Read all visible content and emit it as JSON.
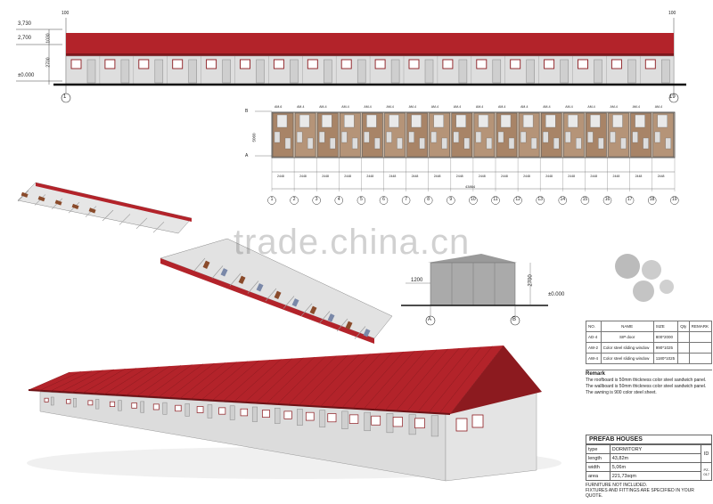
{
  "elevation": {
    "levels": [
      "3,730",
      "2,700",
      "±0.000"
    ],
    "vertical_dims": [
      "1030",
      "2700"
    ],
    "left_grid": "1",
    "right_grid": "19",
    "left_top_label": "100",
    "right_top_label": "100"
  },
  "plan": {
    "row_labels": [
      "B",
      "A"
    ],
    "room_labels": [
      "AM-6",
      "AM-4",
      "AM-4",
      "AM-4",
      "AM-4",
      "AM-4",
      "AM-4",
      "AM-4",
      "AM-4",
      "AM-4",
      "AM-4",
      "AM-4",
      "AM-4",
      "AM-4",
      "AM-4",
      "AM-4",
      "AM-4",
      "AM-4"
    ],
    "bay_dims": [
      "2448",
      "2448",
      "2448",
      "2448",
      "2448",
      "2448",
      "2448",
      "2448",
      "2448",
      "2448",
      "2448",
      "2448",
      "2448",
      "2448",
      "2448",
      "2448",
      "2448",
      "2448"
    ],
    "total_dim": "43864",
    "axis_numbers": [
      "1",
      "2",
      "3",
      "4",
      "5",
      "6",
      "7",
      "8",
      "9",
      "10",
      "11",
      "12",
      "13",
      "14",
      "15",
      "16",
      "17",
      "18",
      "19"
    ],
    "side_dim": "5060"
  },
  "section": {
    "dims": [
      "1200",
      "2700"
    ],
    "level": "±0.000",
    "axis_a": "A",
    "axis_b": "B"
  },
  "watermark": "trade.china.cn",
  "parts_table": {
    "headers": [
      "NO.",
      "NAME",
      "SIZE",
      "Qty",
      "REMARK"
    ],
    "rows": [
      [
        "AD-4",
        "SIP door",
        "800*2000",
        "",
        ""
      ],
      [
        "AW-2",
        "Color steel sliding window",
        "990*1025",
        "",
        ""
      ],
      [
        "AW-4",
        "Color steel sliding window",
        "1180*1025",
        "",
        ""
      ]
    ]
  },
  "remark": {
    "title": "Remark",
    "lines": [
      "The roofboard is 50mm thickness color steel sandwich panel.",
      "The wallboard is 50mm thickness color steel sandwich panel.",
      "The  awning is 900 color steel sheet."
    ]
  },
  "info": {
    "title": "PREFAB HOUSES",
    "rows": [
      [
        "type",
        "DORMITORY"
      ],
      [
        "length",
        "43,82m"
      ],
      [
        "width",
        "5,06m"
      ],
      [
        "area",
        "221,73sqm"
      ]
    ],
    "id_label": "ID",
    "id_value": "PZ-017",
    "notes": [
      "FURNITURE NOT INCLUDED.",
      "FIXTURES AND FITTINGS ARE SPECIFIED IN YOUR QUOTE."
    ]
  },
  "colors": {
    "roof": "#b3232a",
    "wall": "#d9d9d9",
    "frame": "#8c1a1f"
  }
}
